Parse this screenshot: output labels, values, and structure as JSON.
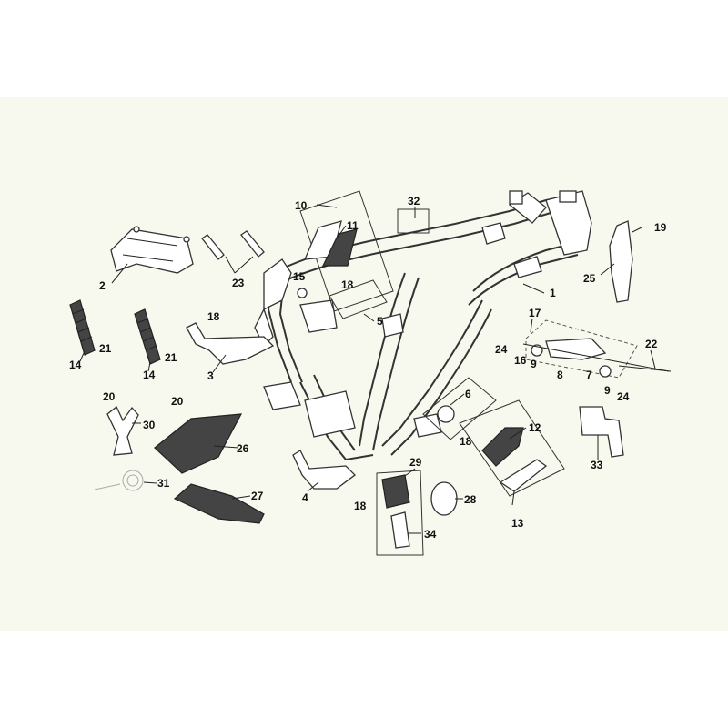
{
  "diagram": {
    "part_numbers": [
      "1",
      "2",
      "3",
      "4",
      "5",
      "6",
      "7",
      "8",
      "9",
      "10",
      "11",
      "12",
      "13",
      "14",
      "15",
      "16",
      "17",
      "18",
      "19",
      "20",
      "21",
      "22",
      "23",
      "24",
      "25",
      "26",
      "27",
      "28",
      "29",
      "30",
      "31",
      "32",
      "33",
      "34"
    ],
    "callouts": [
      {
        "id": "c1",
        "label": "1"
      },
      {
        "id": "c2",
        "label": "2"
      },
      {
        "id": "c3",
        "label": "3"
      },
      {
        "id": "c4",
        "label": "4"
      },
      {
        "id": "c5",
        "label": "5"
      },
      {
        "id": "c6",
        "label": "6"
      },
      {
        "id": "c7",
        "label": "7"
      },
      {
        "id": "c8",
        "label": "8"
      },
      {
        "id": "c9a",
        "label": "9"
      },
      {
        "id": "c9b",
        "label": "9"
      },
      {
        "id": "c10",
        "label": "10"
      },
      {
        "id": "c11",
        "label": "11"
      },
      {
        "id": "c12",
        "label": "12"
      },
      {
        "id": "c13",
        "label": "13"
      },
      {
        "id": "c14a",
        "label": "14"
      },
      {
        "id": "c14b",
        "label": "14"
      },
      {
        "id": "c15",
        "label": "15"
      },
      {
        "id": "c16",
        "label": "16"
      },
      {
        "id": "c17",
        "label": "17"
      },
      {
        "id": "c18a",
        "label": "18"
      },
      {
        "id": "c18b",
        "label": "18"
      },
      {
        "id": "c18c",
        "label": "18"
      },
      {
        "id": "c18d",
        "label": "18"
      },
      {
        "id": "c19",
        "label": "19"
      },
      {
        "id": "c20a",
        "label": "20"
      },
      {
        "id": "c20b",
        "label": "20"
      },
      {
        "id": "c21a",
        "label": "21"
      },
      {
        "id": "c21b",
        "label": "21"
      },
      {
        "id": "c22",
        "label": "22"
      },
      {
        "id": "c23",
        "label": "23"
      },
      {
        "id": "c24a",
        "label": "24"
      },
      {
        "id": "c24b",
        "label": "24"
      },
      {
        "id": "c25",
        "label": "25"
      },
      {
        "id": "c26",
        "label": "26"
      },
      {
        "id": "c27",
        "label": "27"
      },
      {
        "id": "c28",
        "label": "28"
      },
      {
        "id": "c29",
        "label": "29"
      },
      {
        "id": "c30",
        "label": "30"
      },
      {
        "id": "c31",
        "label": "31"
      },
      {
        "id": "c32",
        "label": "32"
      },
      {
        "id": "c33",
        "label": "33"
      },
      {
        "id": "c34",
        "label": "34"
      }
    ]
  }
}
